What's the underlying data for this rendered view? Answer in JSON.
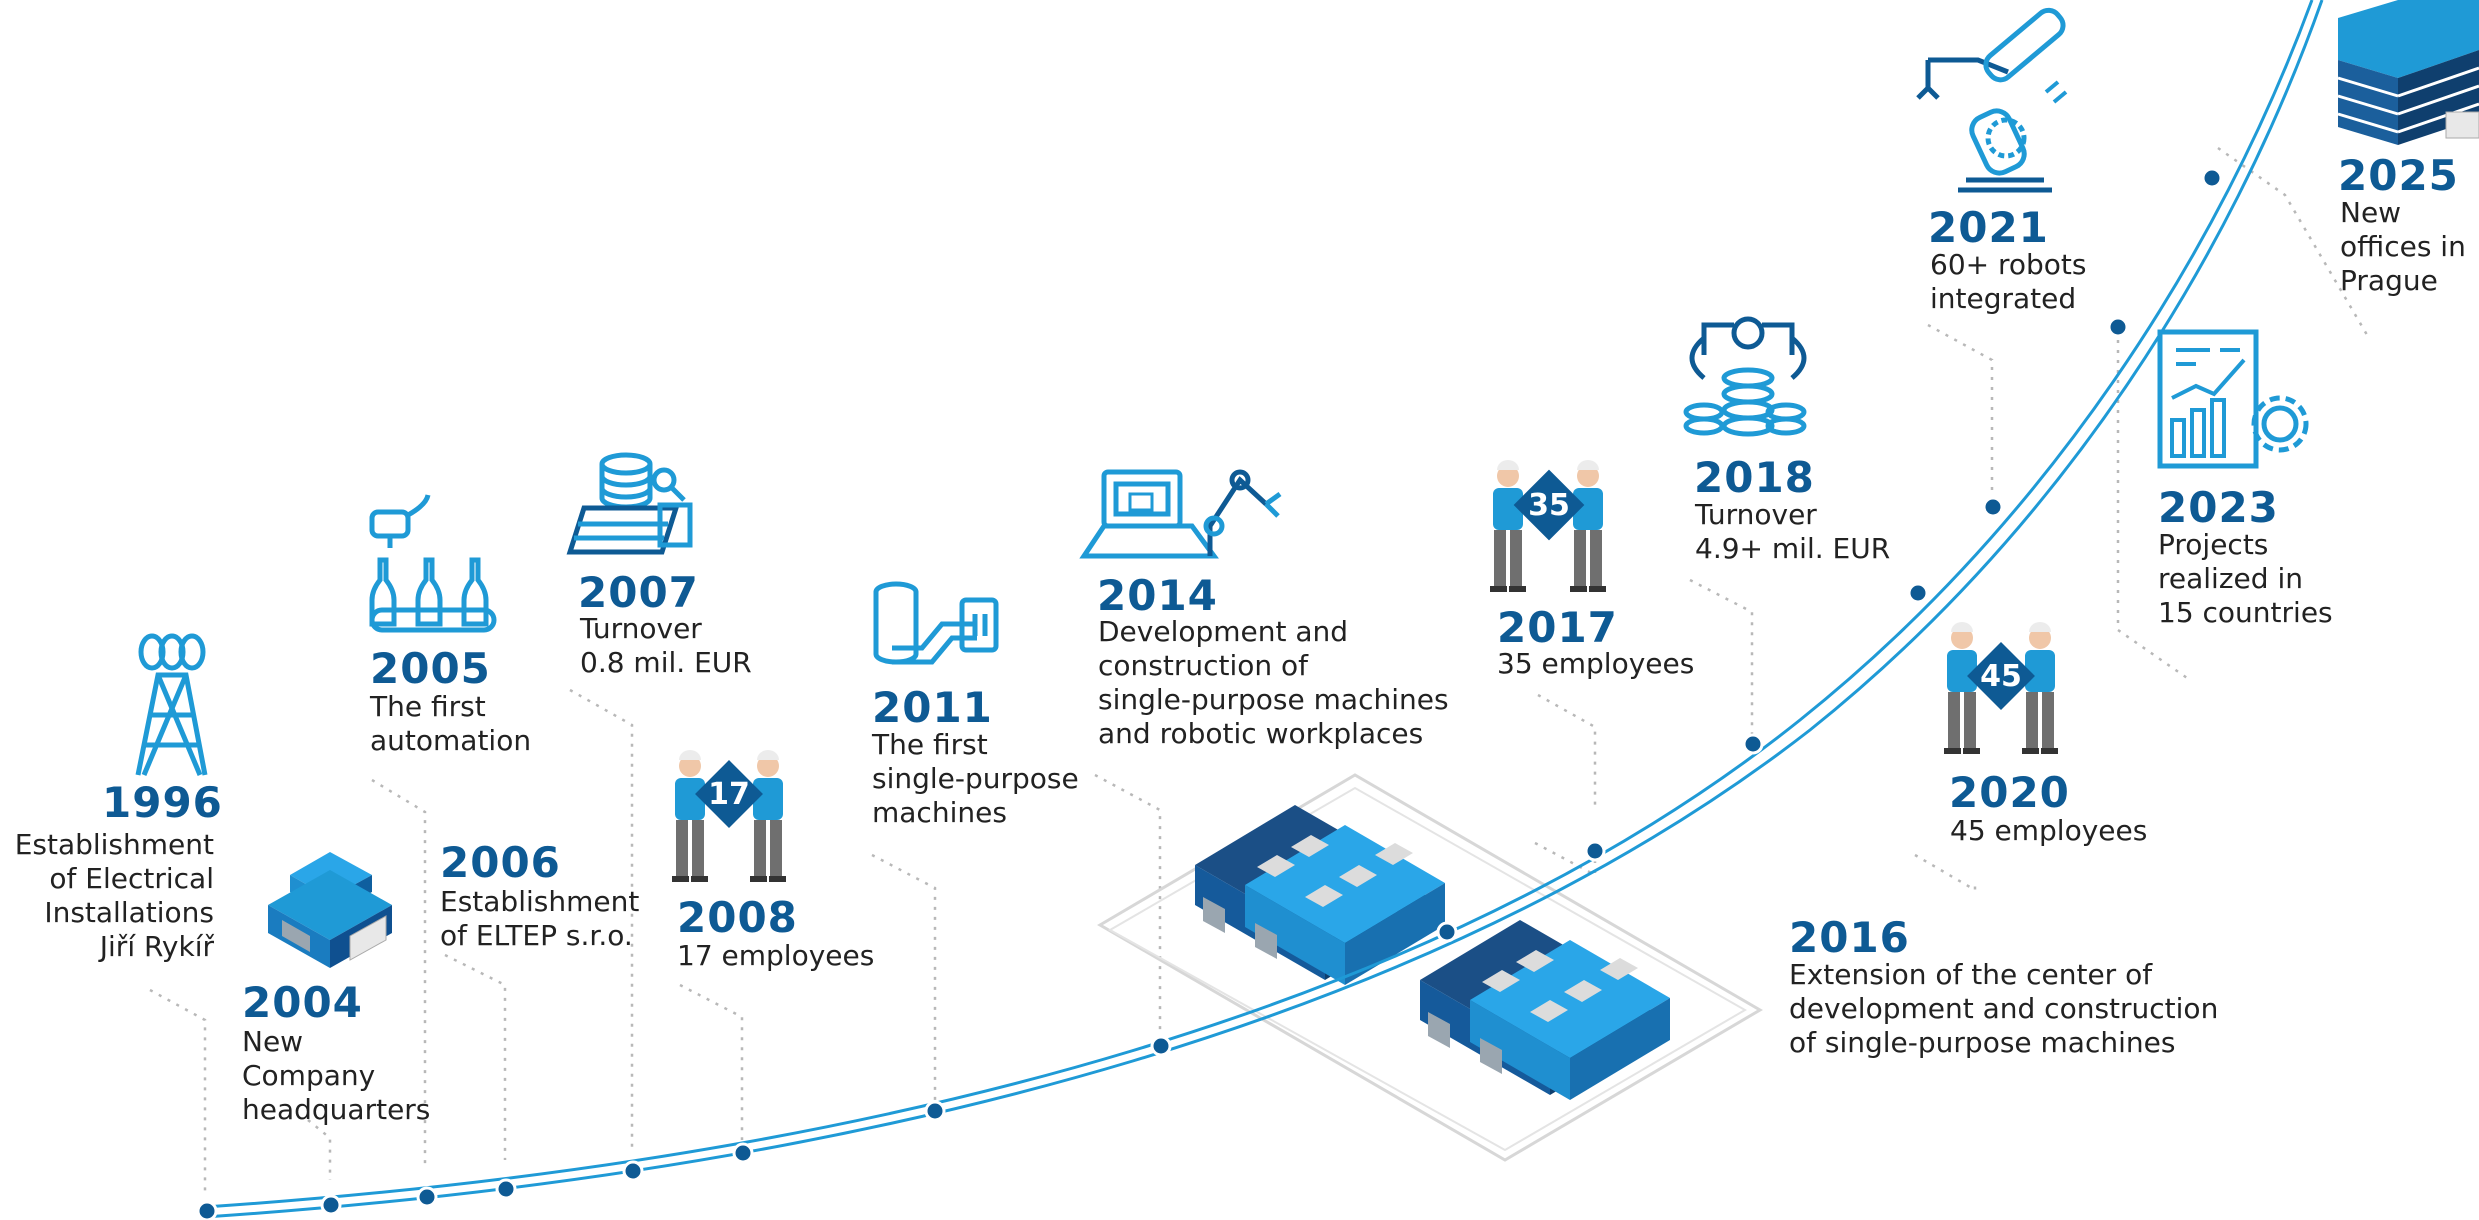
{
  "colors": {
    "primary": "#0e5a94",
    "accent": "#1f9ad6",
    "dark_blue": "#1b4f86",
    "gray_text": "#222222",
    "dotted": "#b8b8b8"
  },
  "milestones": [
    {
      "year": "1996",
      "text": "Establishment\nof Electrical\nInstallations\nJiří Rykíř",
      "icon": "power-tower-icon"
    },
    {
      "year": "2004",
      "text": "New\nCompany\nheadquarters",
      "icon": "building-icon"
    },
    {
      "year": "2005",
      "text": "The first\nautomation",
      "icon": "bottling-line-icon"
    },
    {
      "year": "2006",
      "text": "Establishment\nof ELTEP s.r.o.",
      "icon": ""
    },
    {
      "year": "2007",
      "text": "Turnover\n0.8 mil. EUR",
      "icon": "coin-stack-icon"
    },
    {
      "year": "2008",
      "text": "17 employees",
      "icon": "workers-icon",
      "badge": "17"
    },
    {
      "year": "2011",
      "text": "The first\nsingle-purpose\nmachines",
      "icon": "press-machine-icon"
    },
    {
      "year": "2014",
      "text": "Development and\nconstruction of\nsingle-purpose machines\nand robotic workplaces",
      "icon": "robotic-workplace-icon"
    },
    {
      "year": "2016",
      "text": "Extension of the center of\ndevelopment and construction\nof single-purpose machines",
      "icon": "factory-halls-icon"
    },
    {
      "year": "2017",
      "text": "35 employees",
      "icon": "workers-icon",
      "badge": "35"
    },
    {
      "year": "2018",
      "text": "Turnover\n4.9+ mil. EUR",
      "icon": "robot-gripper-coins-icon"
    },
    {
      "year": "2020",
      "text": "45 employees",
      "icon": "workers-icon",
      "badge": "45"
    },
    {
      "year": "2021",
      "text": "60+ robots\nintegrated",
      "icon": "robot-arm-icon"
    },
    {
      "year": "2023",
      "text": "Projects\nrealized in\n15 countries",
      "icon": "report-chart-icon"
    },
    {
      "year": "2025",
      "text": "New\noffices in\nPrague",
      "icon": "office-building-icon"
    }
  ]
}
